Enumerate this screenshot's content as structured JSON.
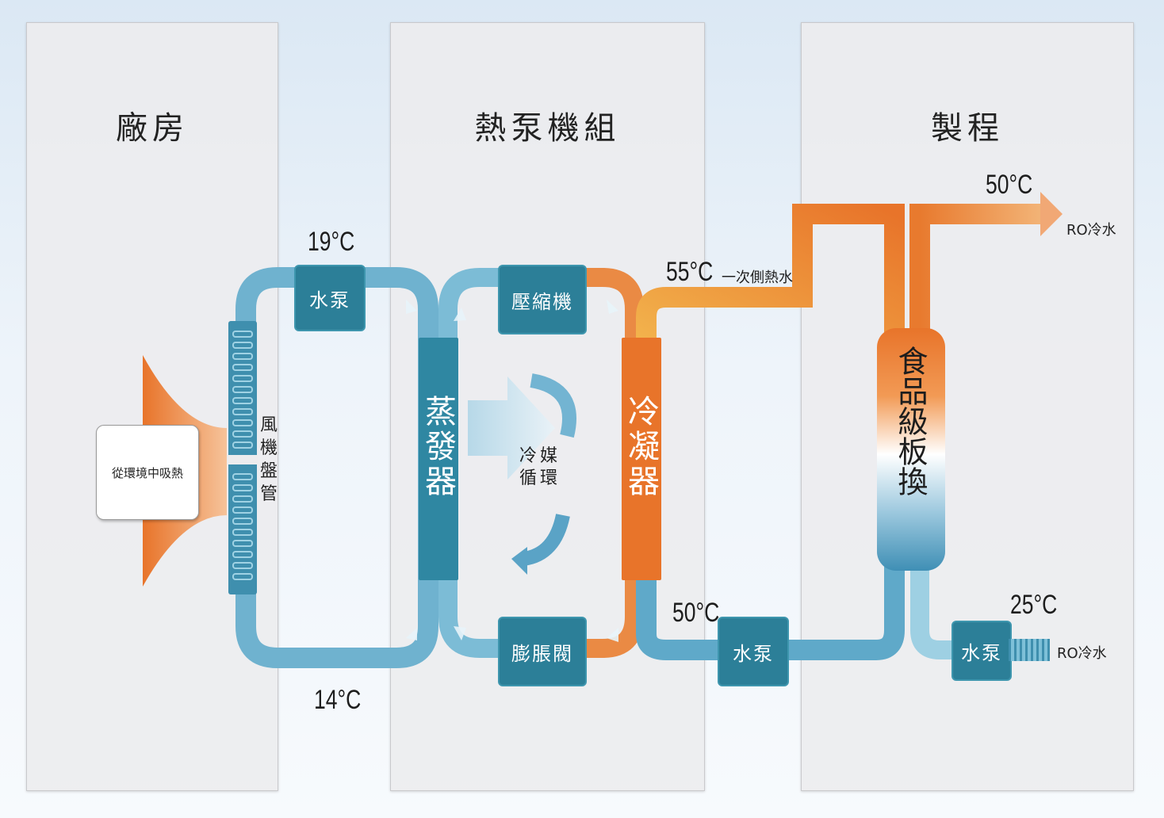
{
  "panels": {
    "factory": "廠房",
    "heat_pump": "熱泵機組",
    "process": "製程"
  },
  "components": {
    "absorb_note": "從環境中吸熱",
    "fan_coil": "風機盤管",
    "pump_left": "水泵",
    "evaporator": "蒸發器",
    "compressor": "壓縮機",
    "refrigerant_cycle": "冷媒循環",
    "expansion_valve": "膨脹閥",
    "condenser": "冷凝器",
    "pump_middle": "水泵",
    "food_grade_plate_hx": "食品級板換",
    "pump_right": "水泵"
  },
  "labels": {
    "temp_19": "19°C",
    "temp_14": "14°C",
    "temp_55": "55°C",
    "primary_hot_water": "一次側熱水",
    "temp_50_return": "50°C",
    "temp_50_out": "50°C",
    "ro_cold_water_out": "RO冷水",
    "temp_25": "25°C",
    "ro_cold_water_in": "RO冷水"
  },
  "colors": {
    "blue": "#3f90b0",
    "light_blue": "#92cde0",
    "orange": "#e8742a",
    "yellow_orange": "#f0a640",
    "dark_teal": "#2c7f98"
  }
}
